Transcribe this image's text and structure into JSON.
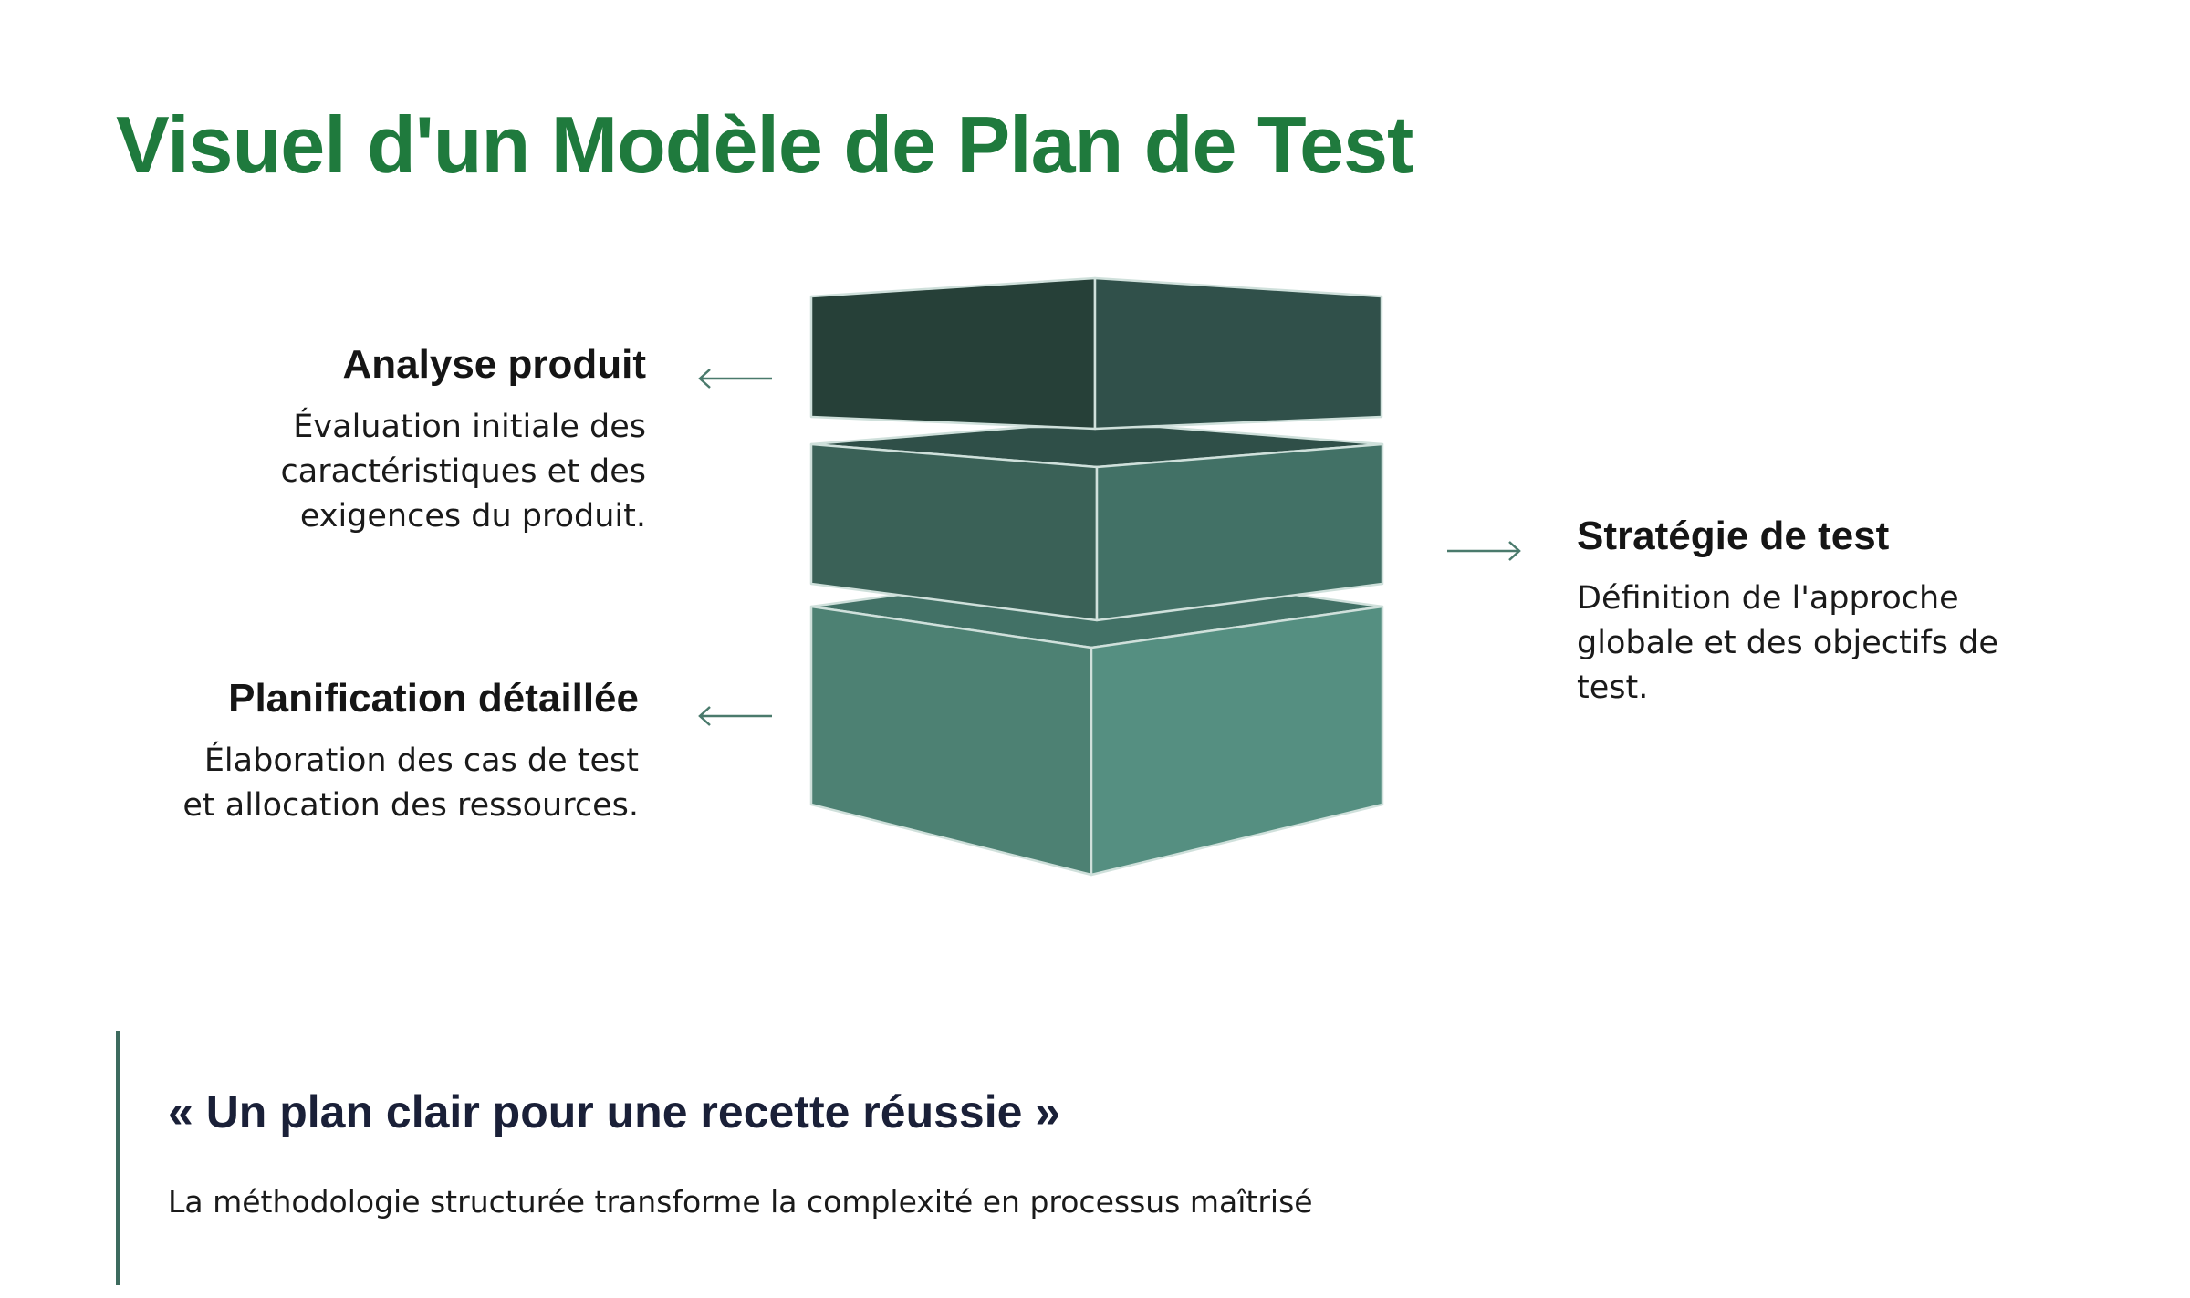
{
  "title": "Visuel d'un Modèle de Plan de Test",
  "colors": {
    "title": "#1f7a3d",
    "layer1_left": "#264038",
    "layer1_right": "#30504a",
    "layer2_top": "#2f4f48",
    "layer2_left": "#3a6157",
    "layer2_right": "#427166",
    "layer3_top": "#427166",
    "layer3_left": "#4d8173",
    "layer3_right": "#558f81",
    "edge": "#cfe0db",
    "arrow": "#4a7a6c"
  },
  "steps": [
    {
      "heading": "Analyse produit",
      "text": "Évaluation initiale des caractéristiques et des exigences du produit.",
      "side": "left",
      "arrow_icon": "arrow-left-icon"
    },
    {
      "heading": "Stratégie de test",
      "text": "Définition de l'approche globale et des objectifs de test.",
      "side": "right",
      "arrow_icon": "arrow-right-icon"
    },
    {
      "heading": "Planification détaillée",
      "text": "Élaboration des cas de test et allocation des ressources.",
      "side": "left",
      "arrow_icon": "arrow-left-icon"
    }
  ],
  "quote": {
    "text": "« Un plan clair pour une recette réussie »",
    "subtext": "La méthodologie structurée transforme la complexité en processus maîtrisé"
  }
}
